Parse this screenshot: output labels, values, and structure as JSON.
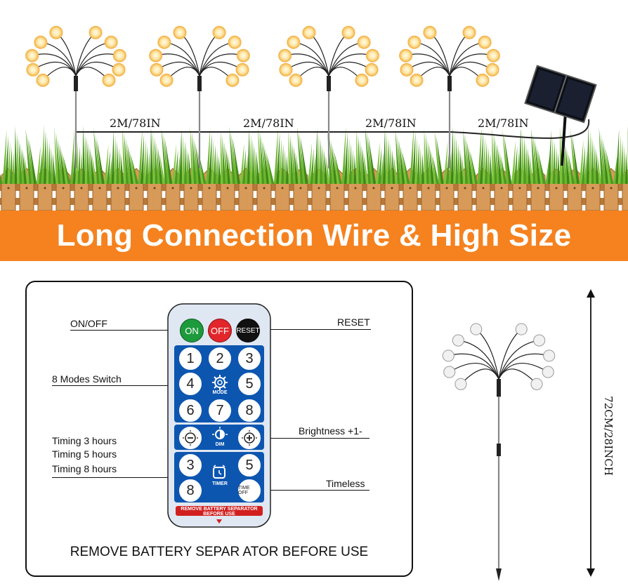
{
  "top": {
    "distance_labels": [
      "2M/78IN",
      "2M/78IN",
      "2M/78IN",
      "2M/78IN"
    ]
  },
  "banner": {
    "text": "Long Connection Wire & High Size"
  },
  "remote": {
    "top_buttons": [
      "ON",
      "OFF",
      "RESET"
    ],
    "number_rows": [
      [
        "1",
        "2",
        "3"
      ],
      [
        "4",
        "5"
      ],
      [
        "6",
        "7",
        "8"
      ]
    ],
    "mode_caption": "MODE",
    "dim_caption": "DIM",
    "timer_left": [
      "3",
      "8"
    ],
    "timer_right": "5",
    "timer_caption": "TIMER",
    "time_off": "TIME OFF",
    "bottom_strip": "REMOVE BATTERY SEPARATOR BEFORE USE"
  },
  "labels": {
    "on_off": "ON/OFF",
    "reset": "RESET",
    "modes": "8 Modes Switch",
    "brightness": "Brightness +1-",
    "timing3": "Timing 3 hours",
    "timing5": "Timing 5 hours",
    "timing8": "Timing 8 hours",
    "timeless": "Timeless"
  },
  "footer": {
    "text": "REMOVE BATTERY SEPAR ATOR BEFORE USE"
  },
  "dimension": {
    "height": "72CM/28INCH"
  },
  "colors": {
    "banner": "#f5821f",
    "remote_blue": "#0d56b0",
    "remote_body": "#dfe7f2",
    "grass": "#5fa82a",
    "fence": "#c98a4a"
  }
}
